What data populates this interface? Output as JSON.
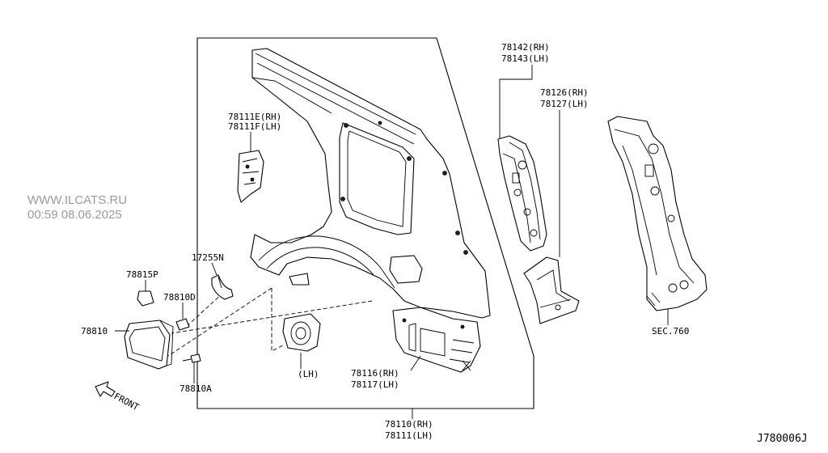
{
  "watermark": {
    "line1": "WWW.ILCATS.RU",
    "line2": "00:59 08.06.2025"
  },
  "labels": {
    "p78111e": "78111E(RH)",
    "p78111f": "78111F(LH)",
    "p78142": "78142(RH)",
    "p78143": "78143(LH)",
    "p78126": "78126(RH)",
    "p78127": "78127(LH)",
    "p17255n": "17255N",
    "p78815p": "78815P",
    "p78810d": "78810D",
    "p78810": "78810",
    "p78810a": "78810A",
    "lh": "(LH)",
    "p78116": "78116(RH)",
    "p78117": "78117(LH)",
    "p78110": "78110(RH)",
    "p78111": "78111(LH)",
    "sec760": "SEC.760",
    "front": "FRONT",
    "diagram_code": "J780006J"
  }
}
